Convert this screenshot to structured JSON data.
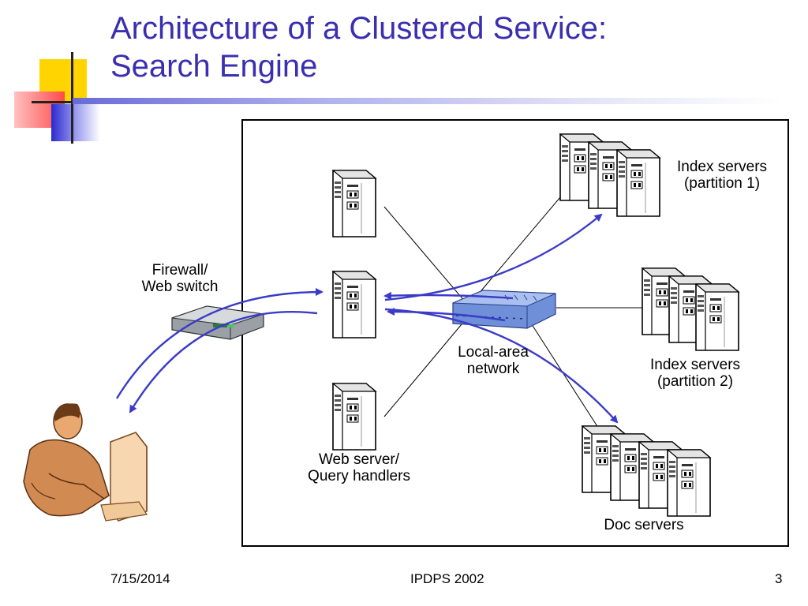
{
  "title": {
    "line1": "Architecture of a Clustered Service:",
    "line2": "Search Engine"
  },
  "labels": {
    "firewall_line1": "Firewall/",
    "firewall_line2": "Web switch",
    "lan_line1": "Local-area",
    "lan_line2": "network",
    "web_server_line1": "Web server/",
    "web_server_line2": "Query handlers",
    "index1_line1": "Index servers",
    "index1_line2": "(partition 1)",
    "index2_line1": "Index servers",
    "index2_line2": "(partition 2)",
    "doc_servers": "Doc servers"
  },
  "footer": {
    "date": "7/15/2014",
    "event": "IPDPS 2002",
    "page": "3"
  },
  "colors": {
    "title": "#3a2fb0",
    "arrow": "#3b3bc8",
    "switch_blue": "#6f8fd8"
  }
}
